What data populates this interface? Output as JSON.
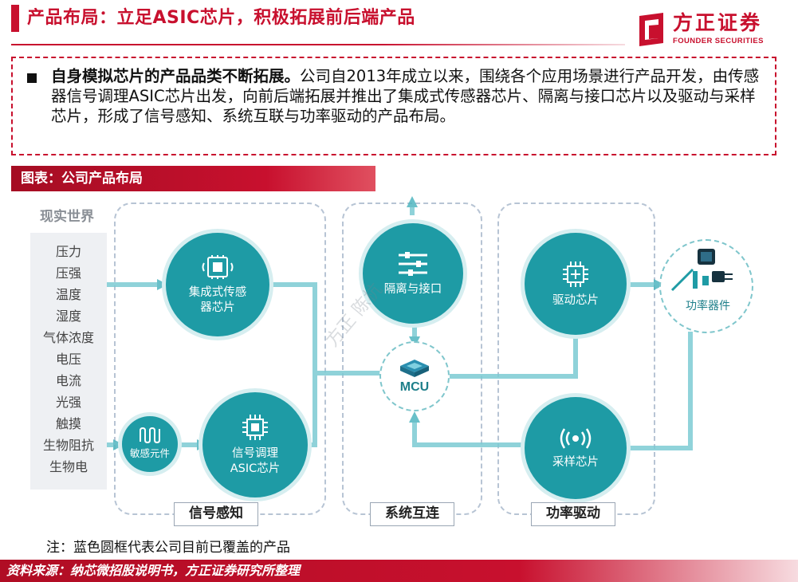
{
  "header": {
    "title": "产品布局：立足ASIC芯片，积极拓展前后端产品",
    "logo_cn": "方正证券",
    "logo_en": "FOUNDER SECURITIES"
  },
  "summary": {
    "bold_lead": "自身模拟芯片的产品品类不断拓展。",
    "body": "公司自2013年成立以来，围绕各个应用场景进行产品开发，由传感器信号调理ASIC芯片出发，向前后端拓展并推出了集成式传感器芯片、隔离与接口芯片以及驱动与采样芯片，形成了信号感知、系统互联与功率驱动的产品布局。"
  },
  "figure": {
    "label": "图表：公司产品布局",
    "real_world": {
      "title": "现实世界",
      "items": [
        "压力",
        "压强",
        "温度",
        "湿度",
        "气体浓度",
        "电压",
        "电流",
        "光强",
        "触摸",
        "生物阻抗",
        "生物电"
      ]
    },
    "groups": {
      "signal": "信号感知",
      "system": "系统互连",
      "power": "功率驱动"
    },
    "nodes": {
      "integrated_sensor": "集成式传感器芯片",
      "sensitive_element": "敏感元件",
      "signal_asic_line1": "信号调理",
      "signal_asic_line2": "ASIC芯片",
      "isolation": "隔离与接口",
      "mcu": "MCU",
      "driver": "驱动芯片",
      "sampling": "采样芯片",
      "power_device": "功率器件"
    },
    "watermark": "方正 陈杭",
    "colors": {
      "node": "#1e9ba5",
      "arrow": "#7ccbd3",
      "brand": "#c8102e"
    }
  },
  "note": "注：蓝色圆框代表公司目前已覆盖的产品",
  "footer": {
    "source": "资料来源：纳芯微招股说明书，方正证券研究所整理"
  }
}
